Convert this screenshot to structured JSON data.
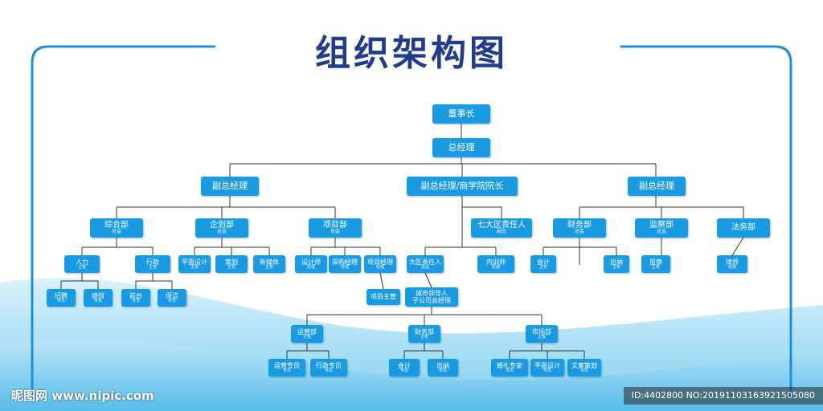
{
  "title": "组织架构图",
  "colors": {
    "node": "#1a9ae0",
    "line": "#333333",
    "frame": "#1a8fe0",
    "title": "#1f3d8c"
  },
  "nodes": {
    "chairman": {
      "text": "董事长"
    },
    "ceo": {
      "text": "总经理"
    },
    "vp_left": {
      "text": "副总经理"
    },
    "vp_mid": {
      "text": "副总经理/商学院院长"
    },
    "vp_right": {
      "text": "副总经理"
    },
    "zonghe": {
      "text": "综合部",
      "sub": "总监"
    },
    "qihua": {
      "text": "企划部",
      "sub": "总监"
    },
    "xiangmu": {
      "text": "项目部",
      "sub": "总监"
    },
    "qidaqu": {
      "text": "七大区责任人",
      "sub": "副总"
    },
    "caiwu": {
      "text": "财务部",
      "sub": "总监"
    },
    "jiancha": {
      "text": "监察部",
      "sub": "总监"
    },
    "fawu": {
      "text": "法务部"
    },
    "renli": {
      "text": "人力",
      "sub": "主管"
    },
    "xingzheng": {
      "text": "行政",
      "sub": "主管"
    },
    "pingmian": {
      "text": "平面设计",
      "sub": "主管"
    },
    "cehua": {
      "text": "策划",
      "sub": "主管"
    },
    "xinmeiti": {
      "text": "新媒体",
      "sub": "主管"
    },
    "shejishi": {
      "text": "设计师",
      "sub": "经理"
    },
    "caigou": {
      "text": "采购经理",
      "sub": "经理"
    },
    "xmjingli": {
      "text": "项目经理",
      "sub": "经理"
    },
    "daqu": {
      "text": "大区责任人",
      "sub": "总监"
    },
    "neixun": {
      "text": "内训师",
      "sub": "经理"
    },
    "kuaiji1": {
      "text": "会计",
      "sub": "主管"
    },
    "chuna1": {
      "text": "出纳",
      "sub": "主管"
    },
    "jiancha2": {
      "text": "监察",
      "sub": "主管"
    },
    "lvshi": {
      "text": "律师",
      "sub": "经理"
    },
    "zhaopin": {
      "text": "招聘",
      "sub": "专员"
    },
    "jixiao": {
      "text": "绩效",
      "sub": "专员"
    },
    "qiantai": {
      "text": "前台",
      "sub": "专员"
    },
    "baojie": {
      "text": "保洁",
      "sub": "专员"
    },
    "xmzhuguan": {
      "text": "项目主管"
    },
    "chengshi": {
      "text": "城市领导人",
      "text2": "子公司总经理"
    },
    "yunying": {
      "text": "运营部",
      "sub": "主管"
    },
    "caiwu2": {
      "text": "财务部",
      "sub": "主管"
    },
    "shichang": {
      "text": "市场部",
      "sub": "主管"
    },
    "yunyingzy": {
      "text": "运营专员",
      "sub": "专员"
    },
    "xingzhengzy": {
      "text": "行政专员",
      "sub": "专员"
    },
    "kuaiji2": {
      "text": "会计",
      "sub": "专员"
    },
    "chuna2": {
      "text": "出纳",
      "sub": "专员"
    },
    "hunli": {
      "text": "婚礼专家",
      "sub": "专员"
    },
    "pingmian2": {
      "text": "平面设计",
      "sub": "专员"
    },
    "wenan": {
      "text": "文案策划",
      "sub": "专员"
    }
  },
  "watermark": {
    "left": "昵图网 www.nipic.com",
    "right": "ID:4402800 NO:20191103163921505080"
  }
}
